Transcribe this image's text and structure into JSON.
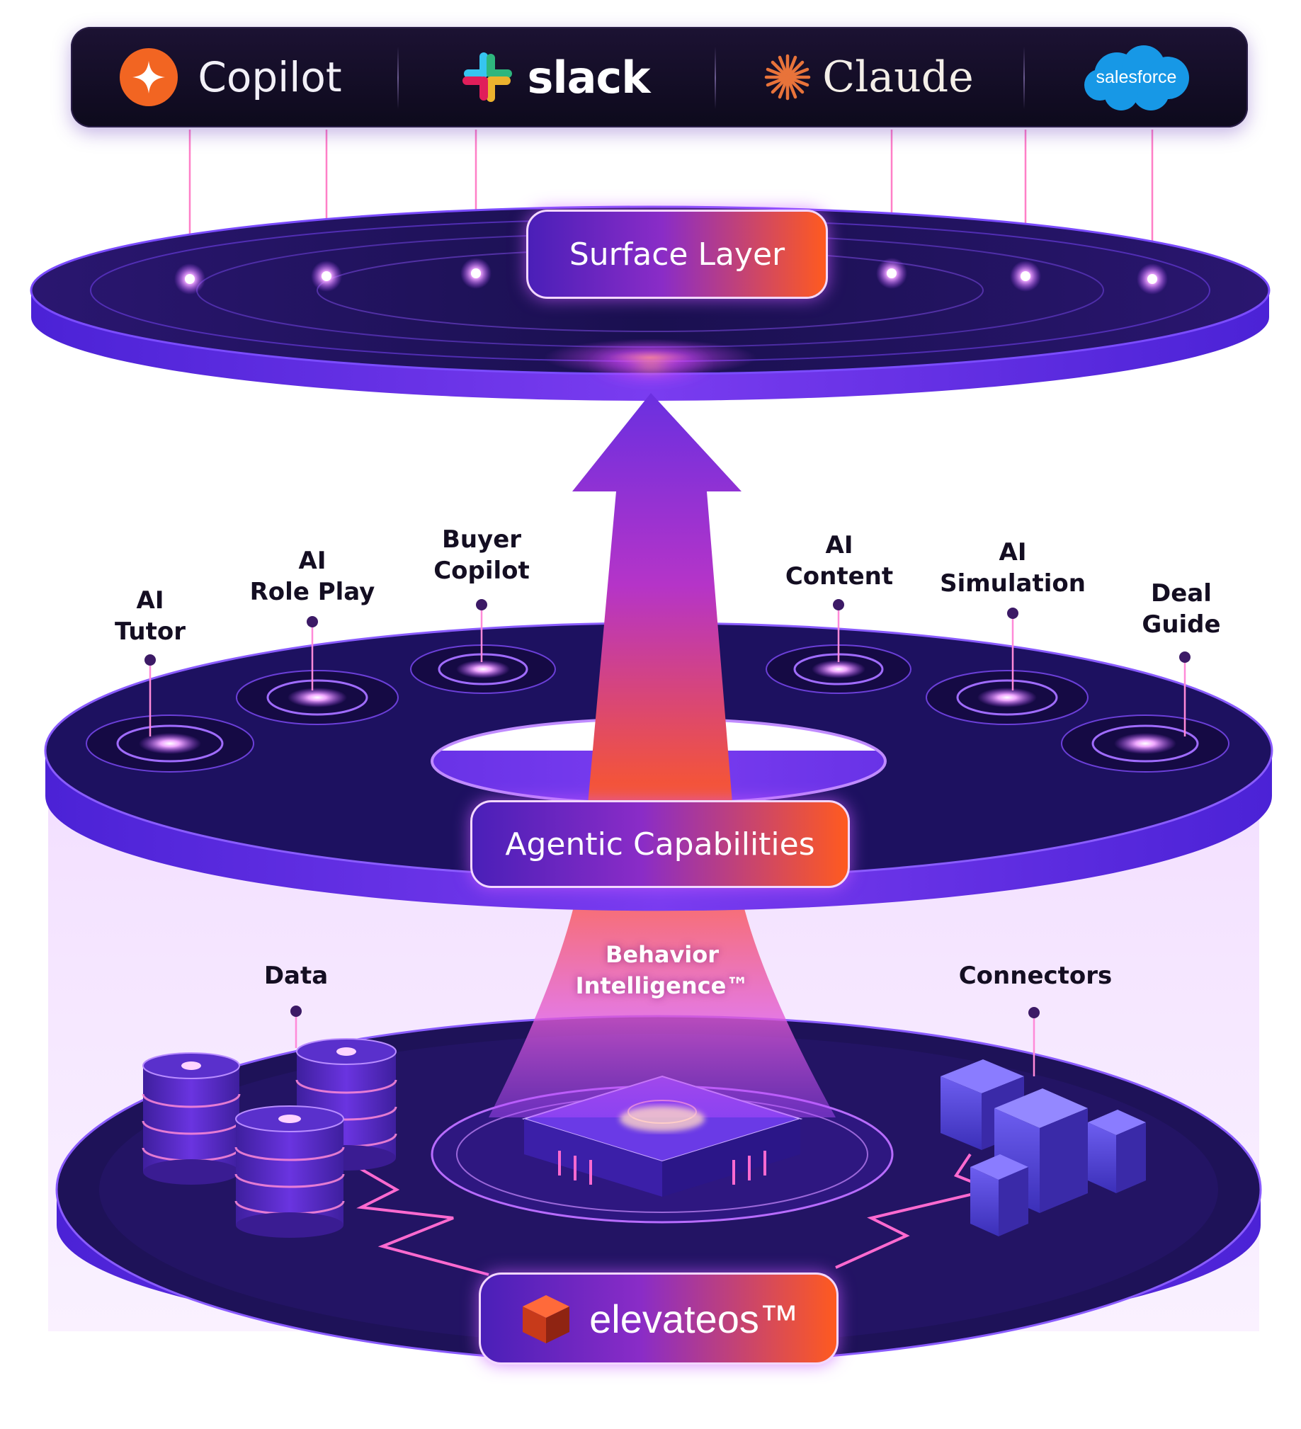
{
  "integrations": [
    {
      "name": "Copilot",
      "icon": "copilot-icon"
    },
    {
      "name": "slack",
      "icon": "slack-icon"
    },
    {
      "name": "Claude",
      "icon": "claude-icon"
    },
    {
      "name": "salesforce",
      "icon": "salesforce-cloud-icon"
    }
  ],
  "layers": {
    "surface": "Surface Layer",
    "agentic": "Agentic Capabilities",
    "foundation_brand": "elevateos™"
  },
  "capabilities": [
    {
      "label": "AI\nTutor"
    },
    {
      "label": "AI\nRole Play"
    },
    {
      "label": "Buyer\nCopilot"
    },
    {
      "label": "AI\nContent"
    },
    {
      "label": "AI\nSimulation"
    },
    {
      "label": "Deal\nGuide"
    }
  ],
  "foundation": {
    "data": "Data",
    "behavior": "Behavior\nIntelligence™",
    "connectors": "Connectors"
  },
  "colors": {
    "navy": "#1a1145",
    "violet": "#6a2fe0",
    "magenta": "#d447ff",
    "orange": "#ff5a1f",
    "pink_glow": "#ff8ad8"
  }
}
